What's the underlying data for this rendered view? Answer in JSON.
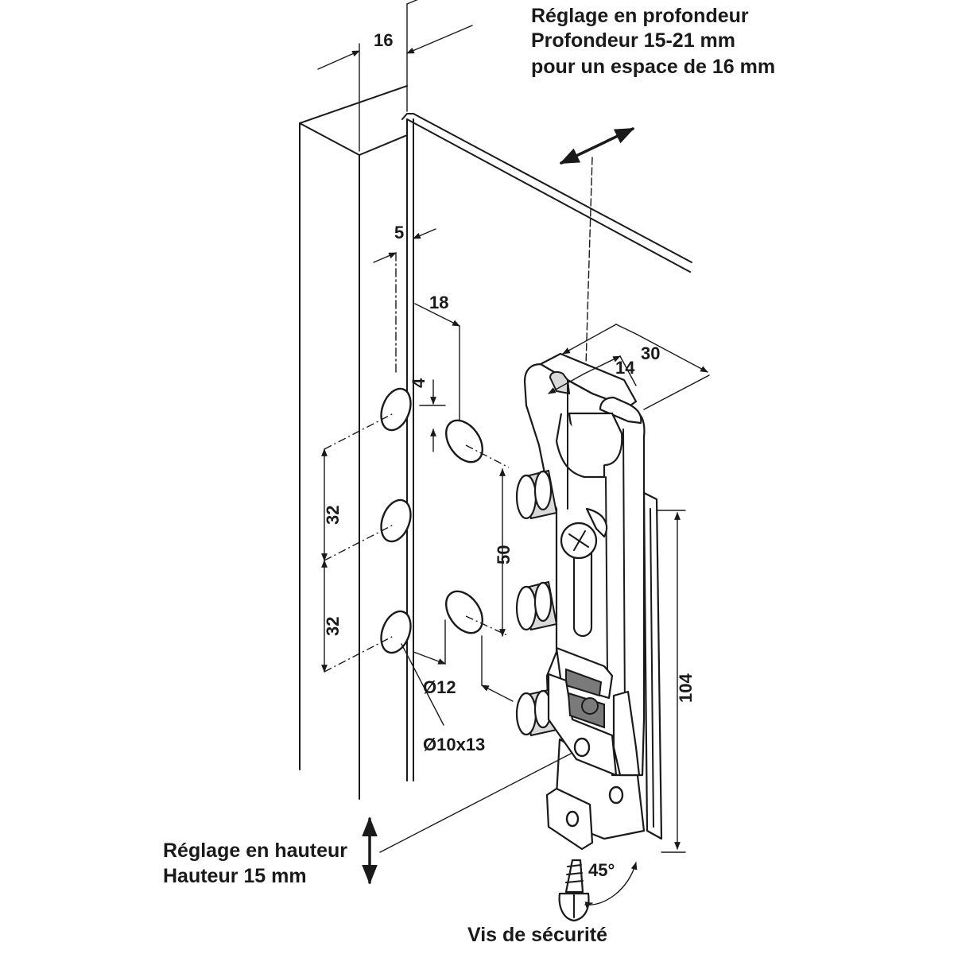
{
  "labels": {
    "depth_title": "Réglage en profondeur",
    "depth_range": "Profondeur 15-21 mm",
    "depth_gap": "pour un espace de 16 mm",
    "height_title": "Réglage en hauteur",
    "height_range": "Hauteur 15 mm",
    "safety_screw": "Vis de sécurité"
  },
  "dimensions": {
    "d16": "16",
    "d5": "5",
    "d18": "18",
    "d4": "4",
    "d32a": "32",
    "d32b": "32",
    "d50": "50",
    "d12": "Ø12",
    "d10x13": "Ø10x13",
    "d14": "14",
    "d30": "30",
    "d104": "104",
    "angle": "45°"
  }
}
